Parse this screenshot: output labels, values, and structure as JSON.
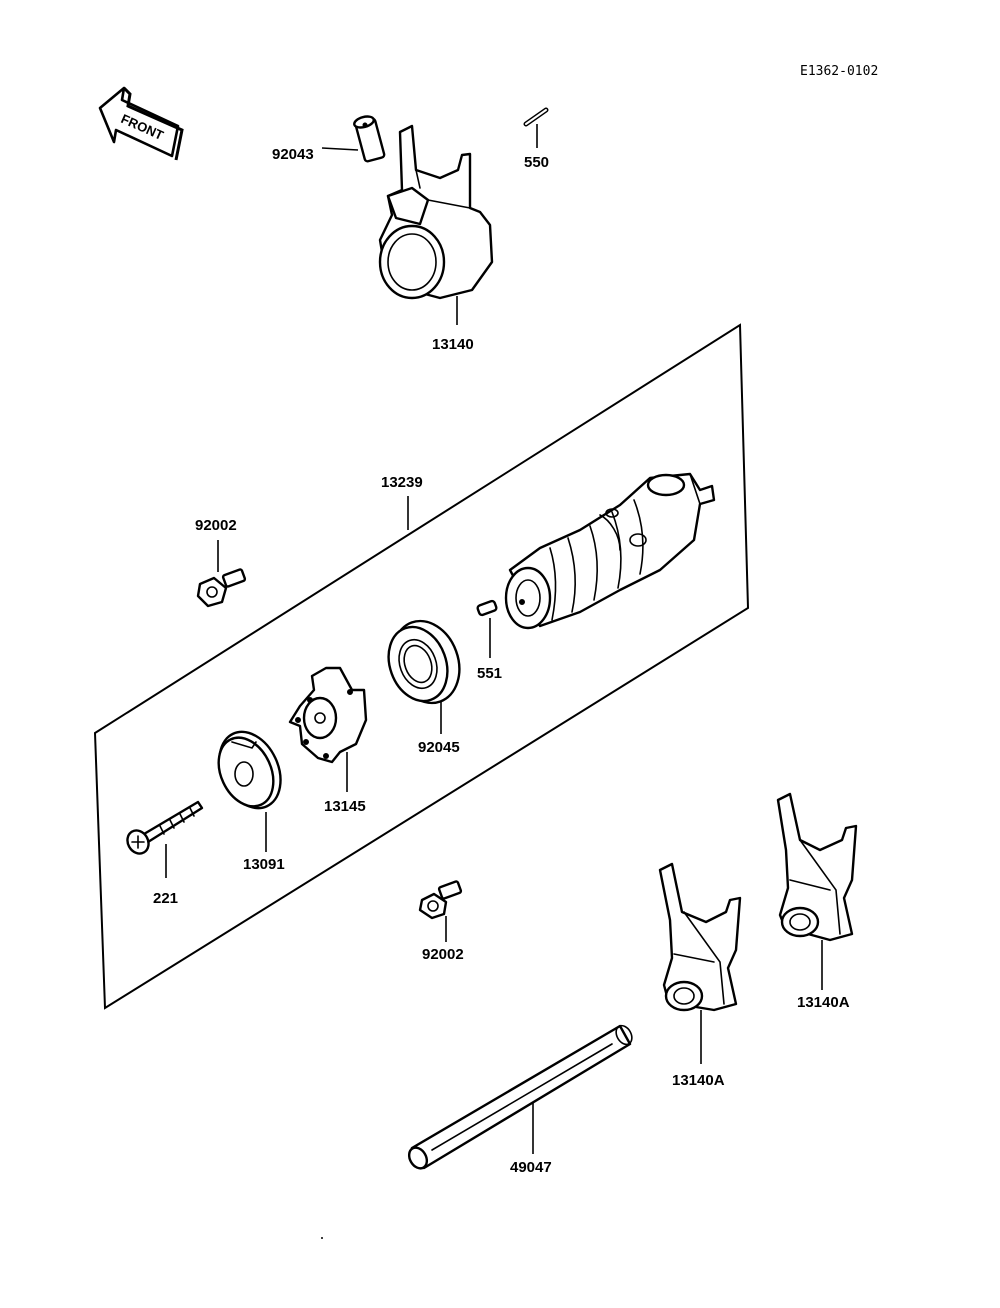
{
  "diagram_code": "E1362-0102",
  "front_label": "FRONT",
  "labels": {
    "p92043": "92043",
    "p550": "550",
    "p13140": "13140",
    "p13239": "13239",
    "p92002_top": "92002",
    "p551": "551",
    "p92045": "92045",
    "p13145": "13145",
    "p13091": "13091",
    "p221": "221",
    "p92002_bottom": "92002",
    "p13140A_right": "13140A",
    "p13140A_left": "13140A",
    "p49047": "49047"
  }
}
